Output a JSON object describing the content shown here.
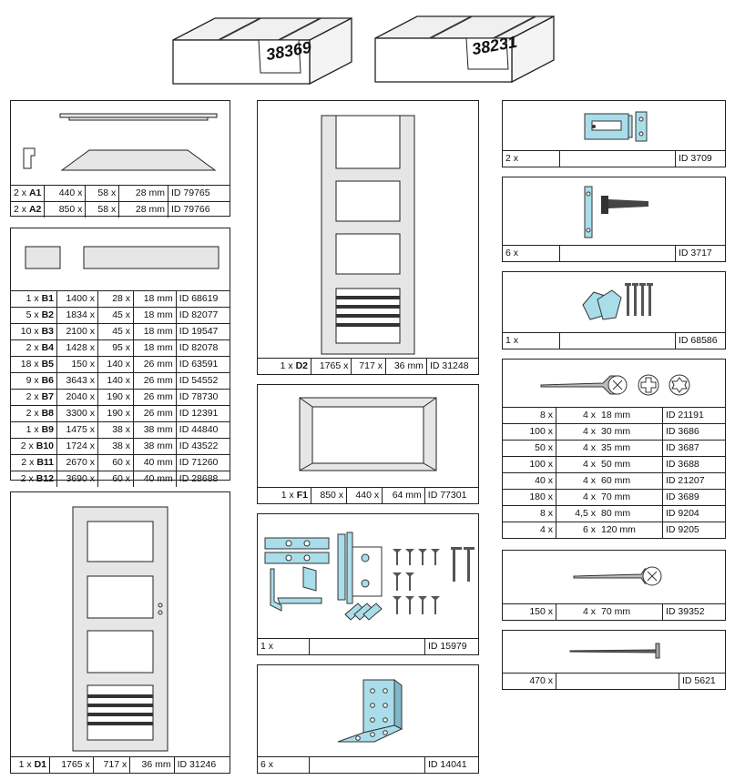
{
  "crates": [
    {
      "number": "38369"
    },
    {
      "number": "38231"
    }
  ],
  "boxA": {
    "rows": [
      {
        "qty": "2 x",
        "code": "A1",
        "length": "440 x",
        "width": "58 x",
        "depth": "28 mm",
        "id": "ID 79765"
      },
      {
        "qty": "2 x",
        "code": "A2",
        "length": "850 x",
        "width": "58 x",
        "depth": "28 mm",
        "id": "ID 79766"
      }
    ]
  },
  "boxB": {
    "rows": [
      {
        "qty": "1 x",
        "code": "B1",
        "length": "1400 x",
        "width": "28 x",
        "depth": "18 mm",
        "id": "ID 68619"
      },
      {
        "qty": "5 x",
        "code": "B2",
        "length": "1834 x",
        "width": "45 x",
        "depth": "18 mm",
        "id": "ID 82077"
      },
      {
        "qty": "10 x",
        "code": "B3",
        "length": "2100 x",
        "width": "45 x",
        "depth": "18 mm",
        "id": "ID 19547"
      },
      {
        "qty": "2 x",
        "code": "B4",
        "length": "1428 x",
        "width": "95 x",
        "depth": "18 mm",
        "id": "ID 82078"
      },
      {
        "qty": "18 x",
        "code": "B5",
        "length": "150 x",
        "width": "140 x",
        "depth": "26 mm",
        "id": "ID 63591"
      },
      {
        "qty": "9 x",
        "code": "B6",
        "length": "3643 x",
        "width": "140 x",
        "depth": "26 mm",
        "id": "ID 54552"
      },
      {
        "qty": "2 x",
        "code": "B7",
        "length": "2040 x",
        "width": "190 x",
        "depth": "26 mm",
        "id": "ID 78730"
      },
      {
        "qty": "2 x",
        "code": "B8",
        "length": "3300 x",
        "width": "190 x",
        "depth": "26 mm",
        "id": "ID 12391"
      },
      {
        "qty": "1 x",
        "code": "B9",
        "length": "1475 x",
        "width": "38 x",
        "depth": "38 mm",
        "id": "ID 44840"
      },
      {
        "qty": "2 x",
        "code": "B10",
        "length": "1724 x",
        "width": "38 x",
        "depth": "38 mm",
        "id": "ID 43522"
      },
      {
        "qty": "2 x",
        "code": "B11",
        "length": "2670 x",
        "width": "60 x",
        "depth": "40 mm",
        "id": "ID 71260"
      },
      {
        "qty": "2 x",
        "code": "B12",
        "length": "3690 x",
        "width": "60 x",
        "depth": "40 mm",
        "id": "ID 28688"
      }
    ]
  },
  "boxD1": {
    "qty": "1 x",
    "code": "D1",
    "length": "1765 x",
    "width": "717 x",
    "depth": "36 mm",
    "id": "ID 31246"
  },
  "boxD2": {
    "qty": "1 x",
    "code": "D2",
    "length": "1765 x",
    "width": "717 x",
    "depth": "36 mm",
    "id": "ID 31248"
  },
  "boxF1": {
    "qty": "1 x",
    "code": "F1",
    "length": "850 x",
    "width": "440 x",
    "depth": "64 mm",
    "id": "ID 77301"
  },
  "boxLock": {
    "qty": "1 x",
    "id": "ID 15979"
  },
  "boxAngle": {
    "qty": "6 x",
    "id": "ID 14041"
  },
  "boxBolt": {
    "qty": "2 x",
    "id": "ID 3709"
  },
  "boxHook": {
    "qty": "6 x",
    "id": "ID 3717"
  },
  "boxPlugs": {
    "qty": "1 x",
    "id": "ID 68586"
  },
  "boxScrews": {
    "rows": [
      {
        "qty": "8 x",
        "diameter": "4 x",
        "length": "18 mm",
        "id": "ID 21191"
      },
      {
        "qty": "100 x",
        "diameter": "4 x",
        "length": "30 mm",
        "id": "ID 3686"
      },
      {
        "qty": "50 x",
        "diameter": "4 x",
        "length": "35 mm",
        "id": "ID 3687"
      },
      {
        "qty": "100 x",
        "diameter": "4 x",
        "length": "50 mm",
        "id": "ID 3688"
      },
      {
        "qty": "40 x",
        "diameter": "4 x",
        "length": "60 mm",
        "id": "ID 21207"
      },
      {
        "qty": "180 x",
        "diameter": "4 x",
        "length": "70 mm",
        "id": "ID 3689"
      },
      {
        "qty": "8 x",
        "diameter": "4,5 x",
        "length": "80 mm",
        "id": "ID 9204"
      },
      {
        "qty": "4 x",
        "diameter": "6 x",
        "length": "120 mm",
        "id": "ID 9205"
      }
    ]
  },
  "boxPanScrew": {
    "qty": "150 x",
    "diameter": "4 x",
    "length": "70 mm",
    "id": "ID 39352"
  },
  "boxNail": {
    "qty": "470 x",
    "id": "ID 5621"
  },
  "colors": {
    "metal": "#a9dde9",
    "metalDark": "#5a8d99",
    "lineColor": "#222222",
    "panelGrey": "#e6e6e6"
  }
}
